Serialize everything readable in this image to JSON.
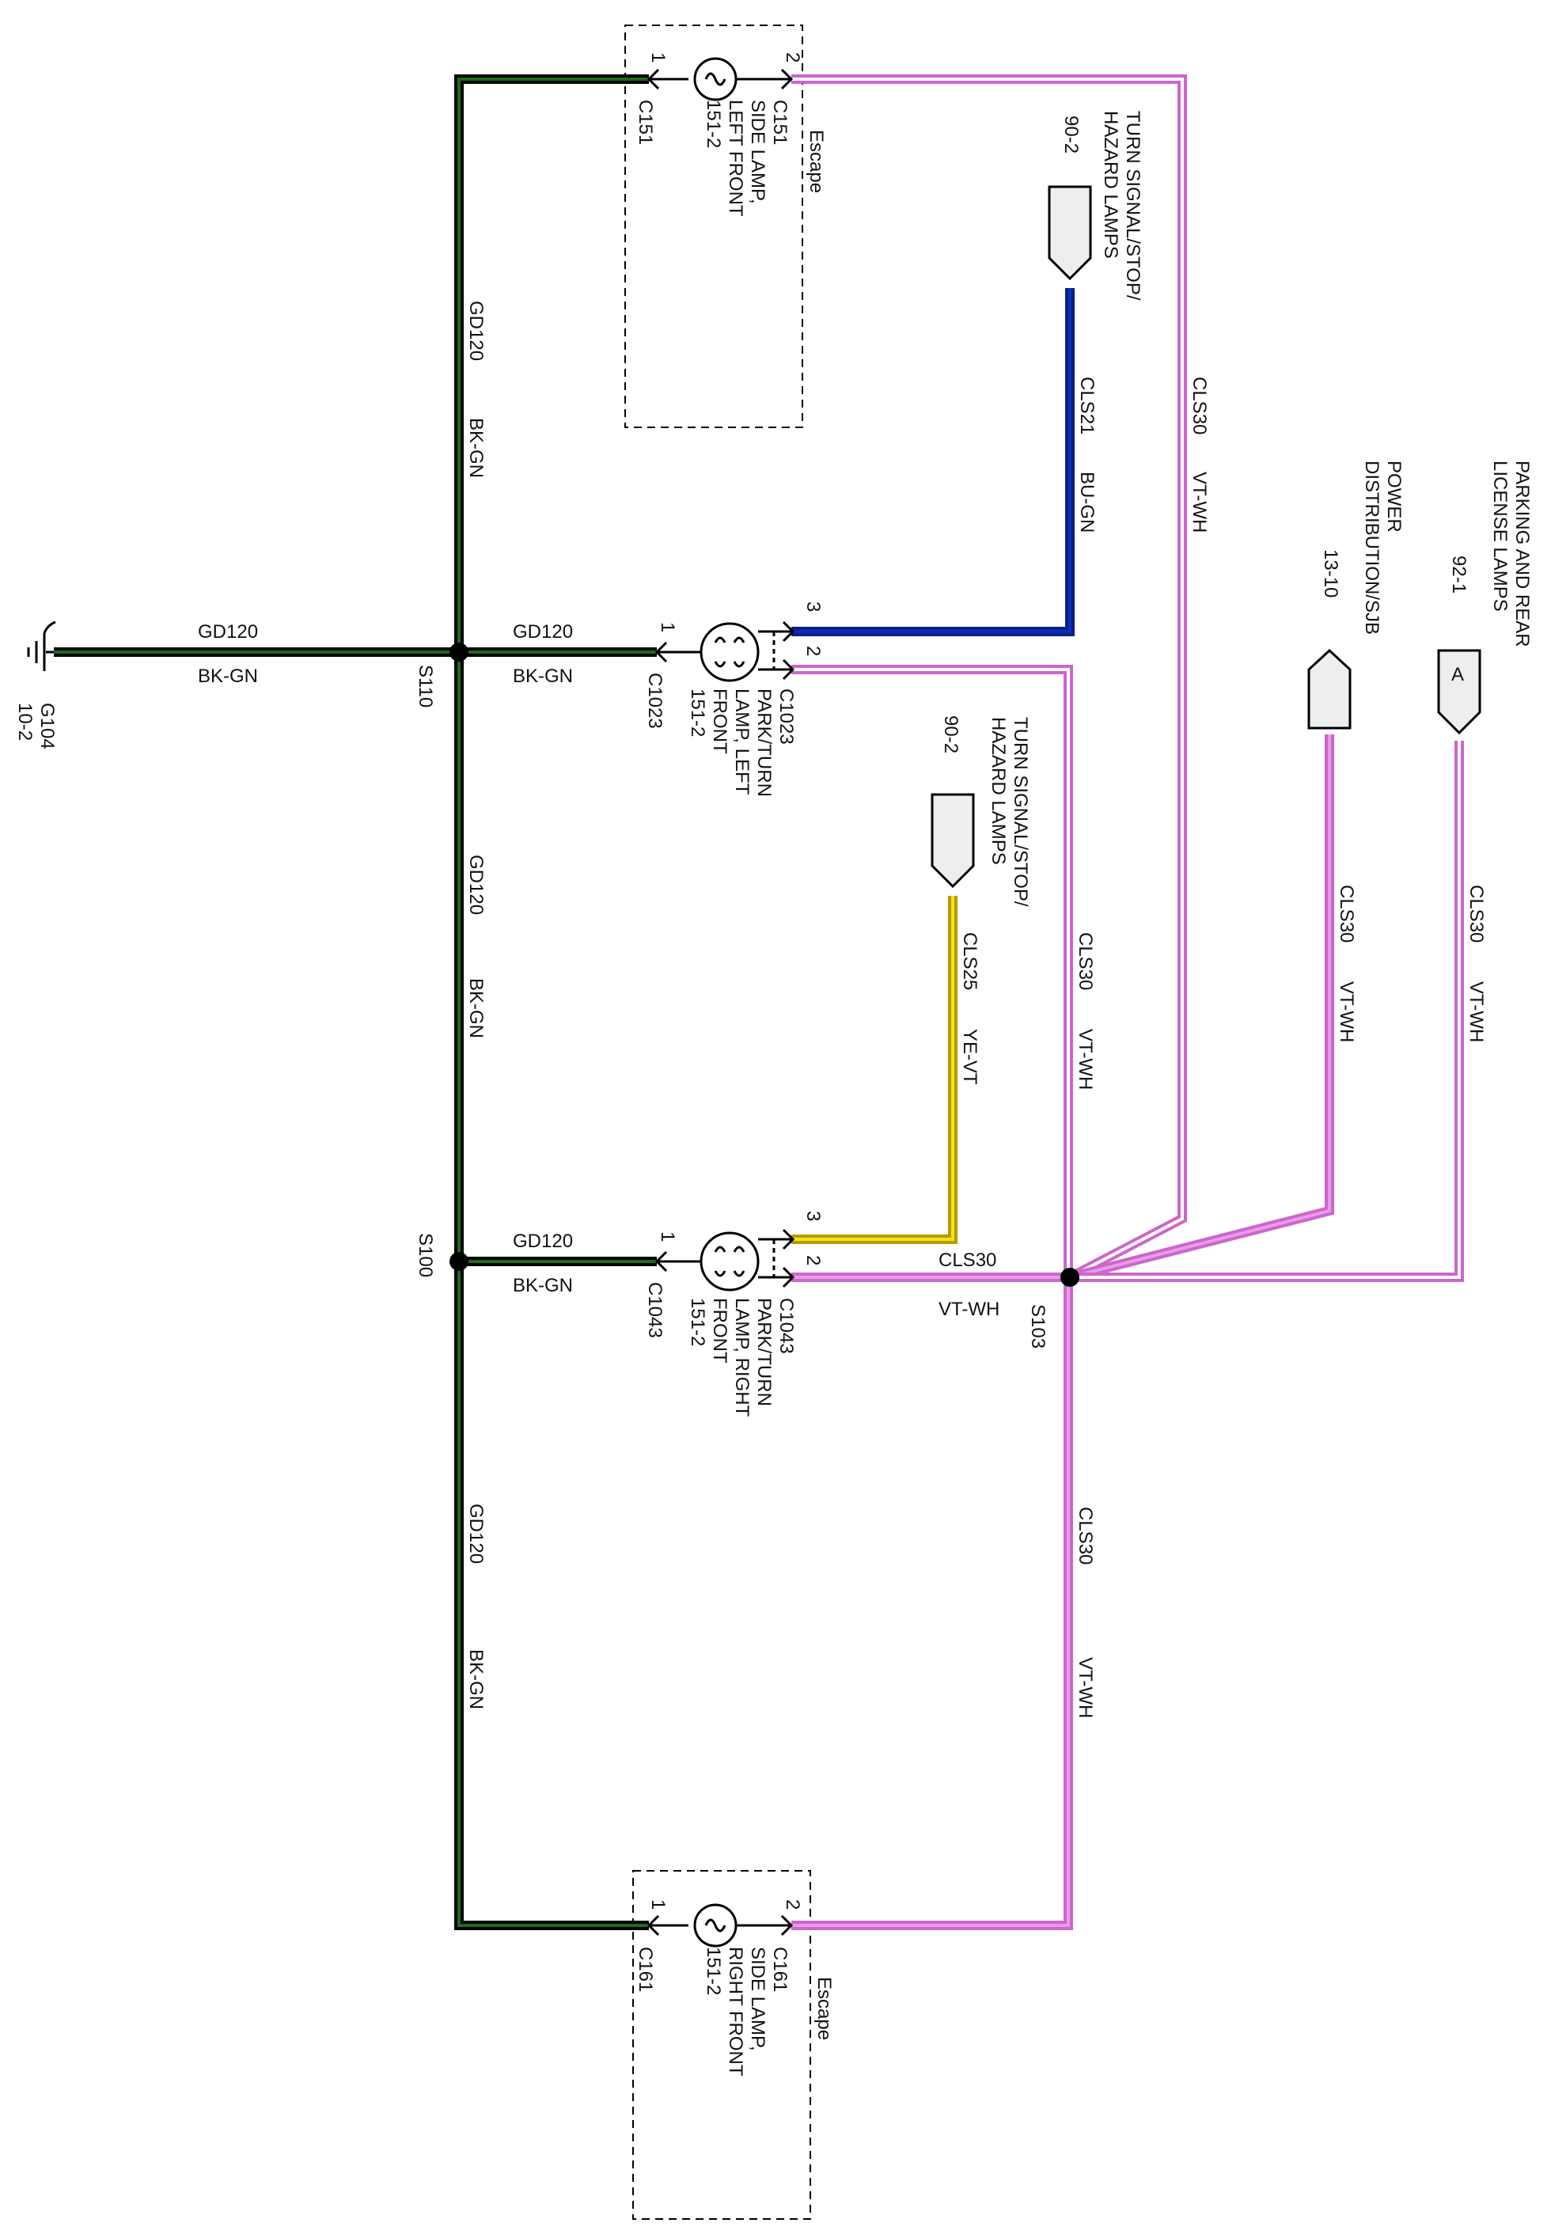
{
  "colors": {
    "ground_core": "#1f6b1f",
    "ground_outer": "#000000",
    "vt_wh_core": "#e89ce8",
    "vt_wh_outer": "#cc66cc",
    "bu_gn_core": "#0b2fb8",
    "bu_gn_outer": "#0a1e8a",
    "ye_vt_core": "#f5e21b",
    "ye_vt_outer": "#b89a00",
    "line": "#000000",
    "connector_fill": "#eeeeee"
  },
  "sections": {
    "escape_top": "Escape",
    "escape_bottom": "Escape"
  },
  "ground": {
    "name": "G104",
    "ref": "10-2"
  },
  "splices": {
    "s110": "S110",
    "s100": "S100",
    "s103": "S103"
  },
  "components": {
    "side_lamp_lf": {
      "line1": "SIDE LAMP,",
      "line2": "LEFT FRONT",
      "ref": "151-2",
      "connector": "C151",
      "pin_a": "1",
      "pin_b": "2"
    },
    "park_turn_lf": {
      "line1": "PARK/TURN",
      "line2": "LAMP, LEFT",
      "line3": "FRONT",
      "ref": "151-2",
      "connector": "C1023",
      "pin_a": "1",
      "pin_b": "2",
      "pin_c": "3"
    },
    "park_turn_rf": {
      "line1": "PARK/TURN",
      "line2": "LAMP, RIGHT",
      "line3": "FRONT",
      "ref": "151-2",
      "connector": "C1043",
      "pin_a": "1",
      "pin_b": "2",
      "pin_c": "3"
    },
    "side_lamp_rf": {
      "line1": "SIDE LAMP,",
      "line2": "RIGHT FRONT",
      "ref": "151-2",
      "connector": "C161",
      "pin_a": "1",
      "pin_b": "2"
    }
  },
  "offpage": {
    "turn_signal_1": {
      "line1": "TURN SIGNAL/STOP/",
      "line2": "HAZARD LAMPS",
      "ref": "90-2"
    },
    "turn_signal_2": {
      "line1": "TURN SIGNAL/STOP/",
      "line2": "HAZARD LAMPS",
      "ref": "90-2"
    },
    "power_dist": {
      "line1": "POWER",
      "line2": "DISTRIBUTION/SJB",
      "ref": "13-10"
    },
    "parking_rear": {
      "line1": "PARKING AND REAR",
      "line2": "LICENSE LAMPS",
      "ref": "92-1",
      "letter": "A"
    }
  },
  "wires": {
    "gd120": "GD120",
    "bk_gn": "BK-GN",
    "cls30": "CLS30",
    "vt_wh": "VT-WH",
    "cls21": "CLS21",
    "bu_gn": "BU-GN",
    "cls25": "CLS25",
    "ye_vt": "YE-VT"
  }
}
